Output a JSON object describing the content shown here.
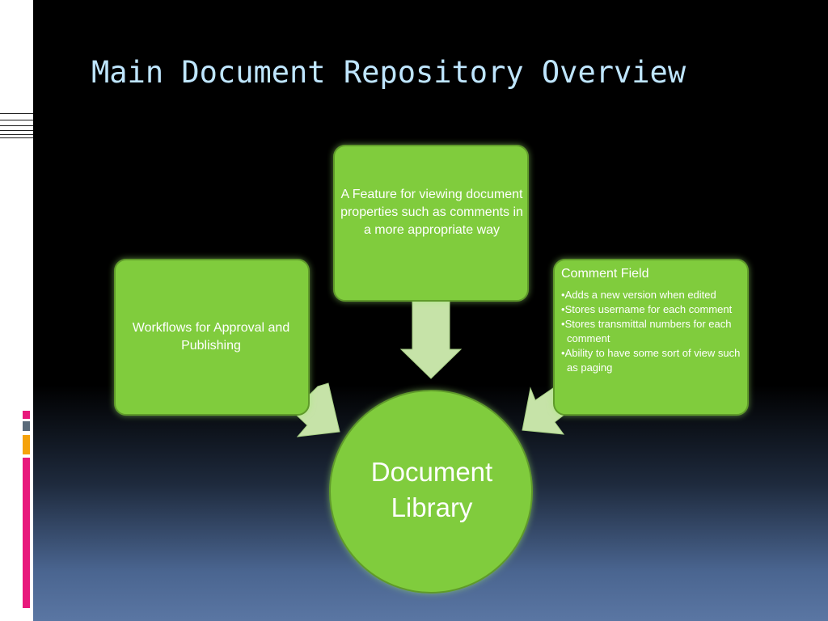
{
  "slide": {
    "title": "Main Document Repository Overview"
  },
  "diagram": {
    "center": {
      "line1": "Document",
      "line2": "Library"
    },
    "left_box": {
      "text": "Workflows for Approval and Publishing"
    },
    "top_box": {
      "text": "A Feature for viewing document properties such as comments in a more appropriate way"
    },
    "right_box": {
      "heading": "Comment Field",
      "bullets": [
        "Adds a new version when edited",
        "Stores username for each comment",
        "Stores transmittal numbers for each comment",
        "Ability to have some sort of view such as paging"
      ]
    }
  },
  "colors": {
    "node_fill": "#80cc3d",
    "node_border": "#5e9a2a",
    "arrow_fill": "#c6e3a8",
    "title_color": "#bfe6ff",
    "accent_pink": "#e8197c",
    "accent_orange": "#f5a20b",
    "accent_gray": "#5a6a7a"
  }
}
